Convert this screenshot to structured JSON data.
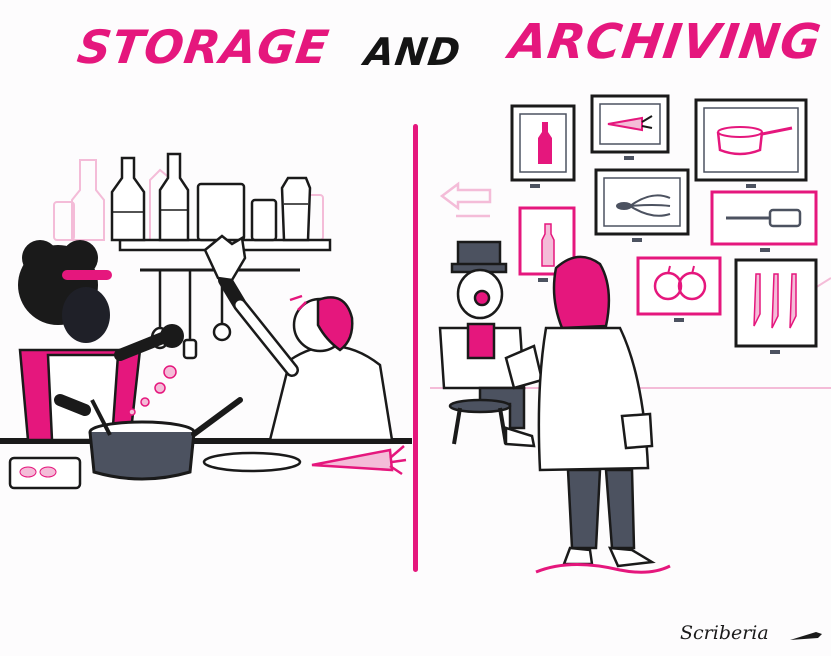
{
  "title": {
    "left_word": "STORAGE",
    "middle_word": "AND",
    "right_word": "ARCHIVING"
  },
  "signature": "Scriberia",
  "colors": {
    "accent": "#e5177d",
    "ink": "#1a1a1a",
    "soft_pink": "#f4bcd8",
    "grey": "#4c5260"
  },
  "icons": {
    "left": [
      "cook-figure",
      "cooking-pot",
      "spice-shelf",
      "chef-figure",
      "carrot",
      "cutting-board"
    ],
    "right": [
      "guard-figure",
      "visitor-figure",
      "framed-bottle",
      "framed-carrot",
      "framed-saucepan",
      "framed-whisk",
      "framed-spatula",
      "framed-apples",
      "framed-knives",
      "exit-arrow"
    ]
  }
}
